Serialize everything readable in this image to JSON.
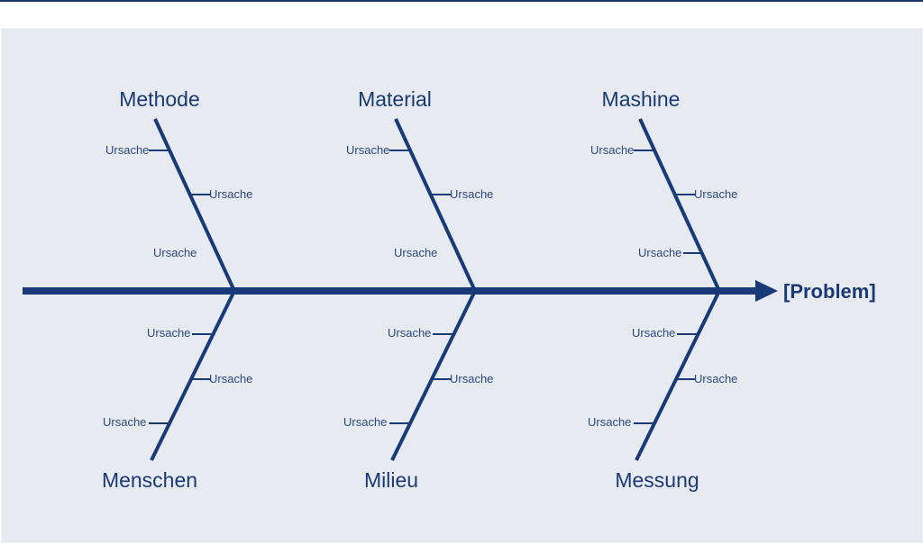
{
  "diagram": {
    "type": "ishikawa-fishbone",
    "problem_label": "[Problem]",
    "colors": {
      "line": "#183a78",
      "text": "#1b3a73",
      "background": "#e7eaf0",
      "top_bar": "#1c3566"
    },
    "categories": {
      "top": [
        {
          "label": "Methode",
          "causes": [
            "Ursache",
            "Ursache",
            "Ursache"
          ]
        },
        {
          "label": "Material",
          "causes": [
            "Ursache",
            "Ursache",
            "Ursache"
          ]
        },
        {
          "label": "Mashine",
          "causes": [
            "Ursache",
            "Ursache",
            "Ursache"
          ]
        }
      ],
      "bottom": [
        {
          "label": "Menschen",
          "causes": [
            "Ursache",
            "Ursache",
            "Ursache"
          ]
        },
        {
          "label": "Milieu",
          "causes": [
            "Ursache",
            "Ursache",
            "Ursache"
          ]
        },
        {
          "label": "Messung",
          "causes": [
            "Ursache",
            "Ursache",
            "Ursache"
          ]
        }
      ]
    }
  }
}
